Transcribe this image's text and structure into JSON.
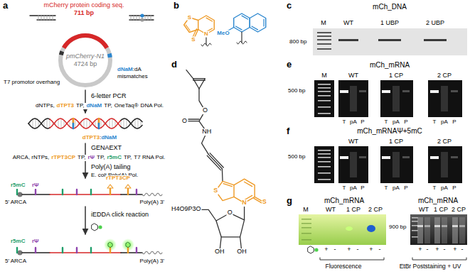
{
  "diagram": {
    "nodes": [
      {
        "text": [
          "pmCherry-N1",
          "4724 bp"
        ]
      }
    ],
    "labels": [
      "a",
      "mCherry protein coding seq.",
      "711 bp",
      "T7 promotor overhang",
      "dNaM",
      ":dA",
      "mismatches",
      "6-letter PCR",
      "dNTPs,",
      "dTPT3",
      "TP,",
      "dNaM",
      "TP,",
      "OneTaq®",
      "DNA Pol.",
      "dTPT3",
      ":",
      "dNaM",
      "GENAEXT",
      "ARCA, rNTPs,",
      "rTPT3CP",
      "TP,",
      "rΨ",
      "TP,",
      "r5mC",
      "TP,",
      "T7 RNA Pol.",
      "Poly(A) tailing",
      "E. coli Poly(A) Pol.",
      "r5mC",
      "rΨ",
      "rTPT3CP",
      "5' ARCA",
      "Poly(A) 3'",
      "iEDDA click reaction",
      "r5mC",
      "rΨ",
      "5' ARCA",
      "Poly(A) 3'",
      "b",
      "S",
      "N",
      "S",
      "MeO",
      "c",
      "mCh_DNA",
      "M",
      "WT",
      "1 UBP",
      "2 UBP",
      "800 bp",
      "d",
      "O",
      "O",
      "NH",
      "S",
      "N",
      "S",
      "O",
      "H4O9P3O",
      "OH",
      "OH",
      "e",
      "mCh_mRNA",
      "M",
      "WT",
      "1 CP",
      "2 CP",
      "500 bp",
      "T",
      "pA",
      "P",
      "T",
      "pA",
      "P",
      "T",
      "pA",
      "P",
      "f",
      "mCh_mRNAΨ+5mC",
      "WT",
      "1 CP",
      "2 CP",
      "500 bp",
      "T",
      "pA",
      "P",
      "T",
      "pA",
      "P",
      "T",
      "pA",
      "P",
      "g",
      "mCh_mRNA",
      "M",
      "WT",
      "1 CP",
      "2 CP",
      "+",
      "-",
      "+",
      "-",
      "+",
      "-",
      "Fluorescence",
      "mCh_mRNA",
      "WT",
      "1 CP",
      "2 CP",
      "900 bp",
      "+",
      "-",
      "+",
      "-",
      "+",
      "-",
      "EtBr Poststaining + UV"
    ]
  }
}
